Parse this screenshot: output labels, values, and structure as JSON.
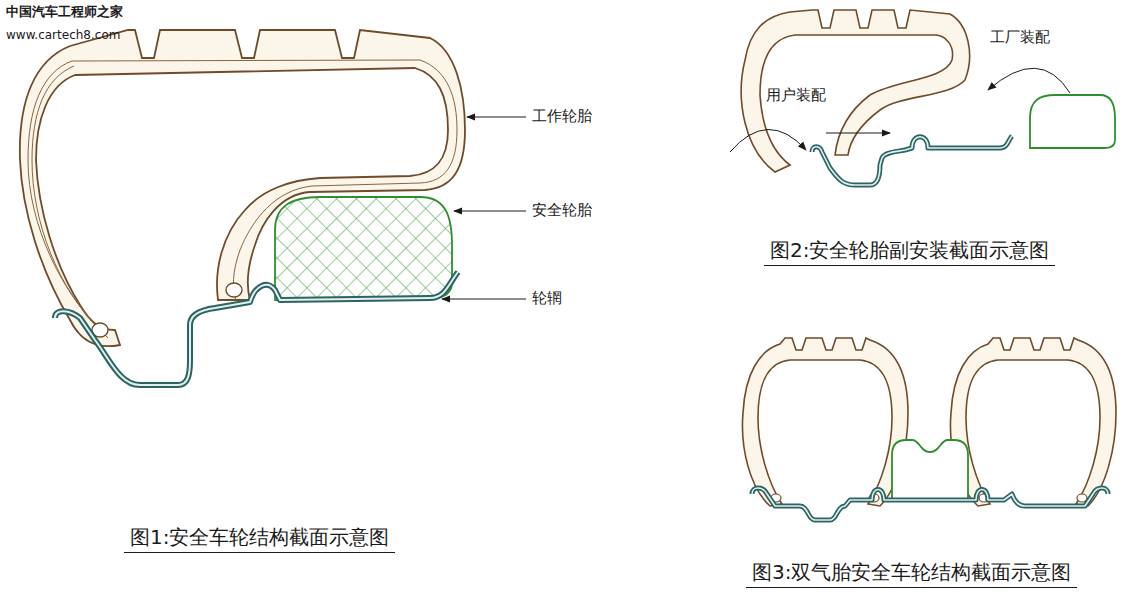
{
  "diagram": {
    "labels": [
      "中国汽车工程师之家",
      "www.cartech8.com",
      "工作轮胎",
      "安全轮胎",
      "轮辋",
      "图1:安全车轮结构截面示意图",
      "用户装配",
      "工厂装配",
      "图2:安全轮胎副安装截面示意图",
      "图3:双气胎安全车轮结构截面示意图"
    ]
  }
}
